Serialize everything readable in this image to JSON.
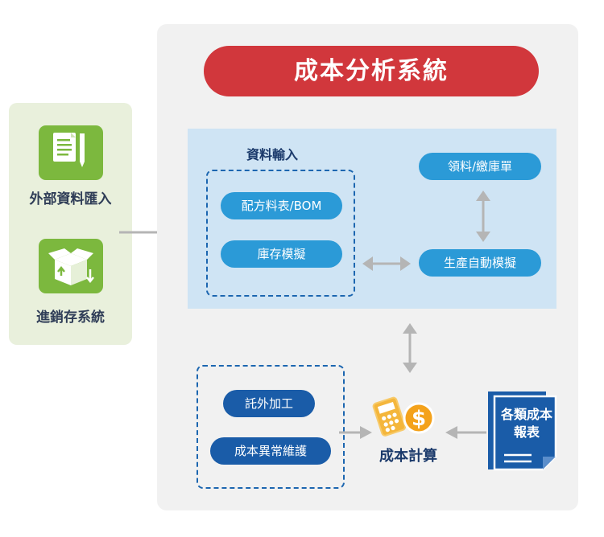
{
  "title": "成本分析系統",
  "external": {
    "import_label": "外部資料匯入",
    "inventory_label": "進銷存系統"
  },
  "input_section": {
    "title": "資料輸入",
    "items": [
      "配方料表/BOM",
      "庫存模擬"
    ]
  },
  "production": {
    "requisition": "領料/繳庫單",
    "simulation": "生產自動模擬"
  },
  "adjustments": {
    "items": [
      "託外加工",
      "成本異常維護"
    ]
  },
  "calculation": {
    "label": "成本計算"
  },
  "report": {
    "line1": "各類成本",
    "line2": "報表"
  },
  "colors": {
    "title_red": "#d1373c",
    "green": "#7cb83e",
    "light_blue": "#2b9ad7",
    "dark_blue": "#1a5ca8",
    "arrow_gray": "#b5b5b5"
  }
}
